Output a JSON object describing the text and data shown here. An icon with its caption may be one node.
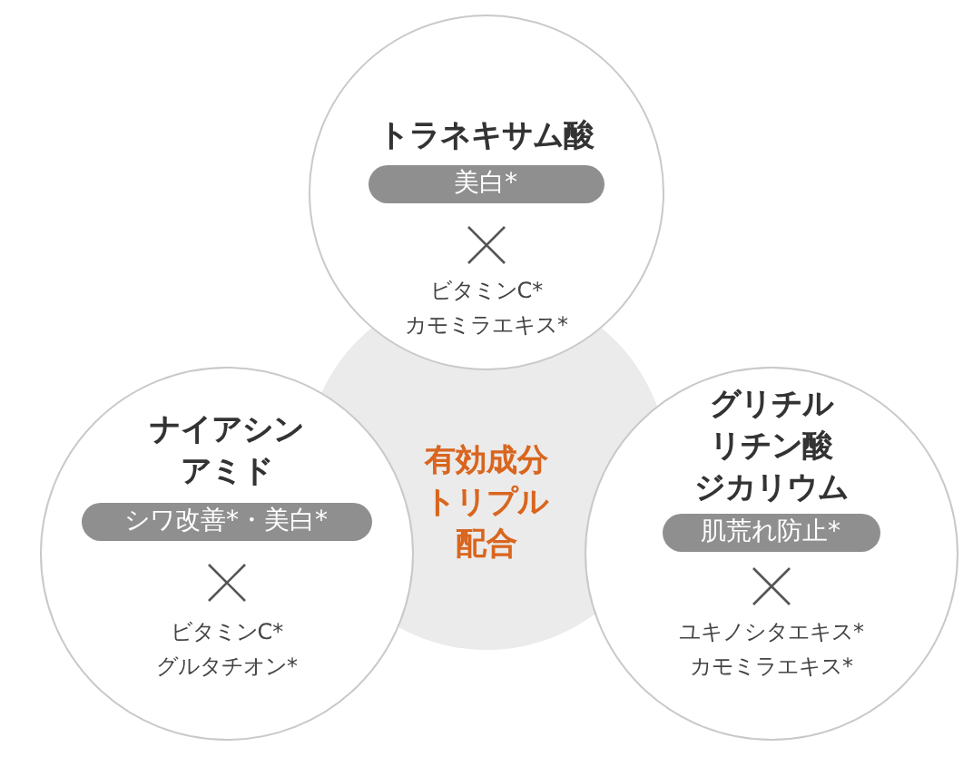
{
  "diagram": {
    "nodes": [
      {
        "text": [
          "有効成分トリプル配合"
        ]
      },
      {
        "text": [
          "トラネキサム酸",
          "美白*",
          "ビタミンC*カモミラエキス*"
        ]
      },
      {
        "text": [
          "ナイアシンアミド",
          "シワ改善*・美白*",
          "ビタミンC*グルタチオン*"
        ]
      },
      {
        "text": [
          "グリチルリチン酸ジカリウム",
          "肌荒れ防止*",
          "ユキノシタエキス*カモミラエキス*"
        ]
      }
    ]
  }
}
